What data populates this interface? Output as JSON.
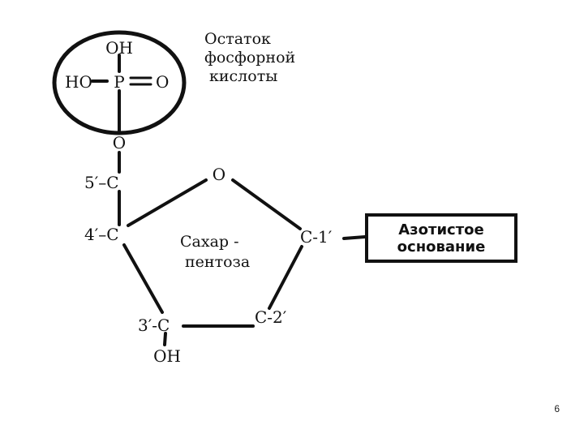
{
  "phosphate": {
    "oh_top": "OH",
    "ho_left": "HO",
    "p": "P",
    "o_right": "O",
    "o_link": "O",
    "caption": [
      "Остаток",
      "фосфорной",
      "кислоты"
    ]
  },
  "sugar": {
    "c5": "5′–C",
    "c4": "4′–C",
    "ring_o": "O",
    "c1": "C-1′",
    "c2": "C-2′",
    "c3": "3′-C",
    "oh_bottom": "OH",
    "caption": [
      "Сахар -",
      "пентоза"
    ]
  },
  "base": {
    "caption": [
      "Азотистое",
      "основание"
    ]
  },
  "page_number": "6",
  "colors": {
    "ink": "#111111",
    "background": "#ffffff"
  }
}
